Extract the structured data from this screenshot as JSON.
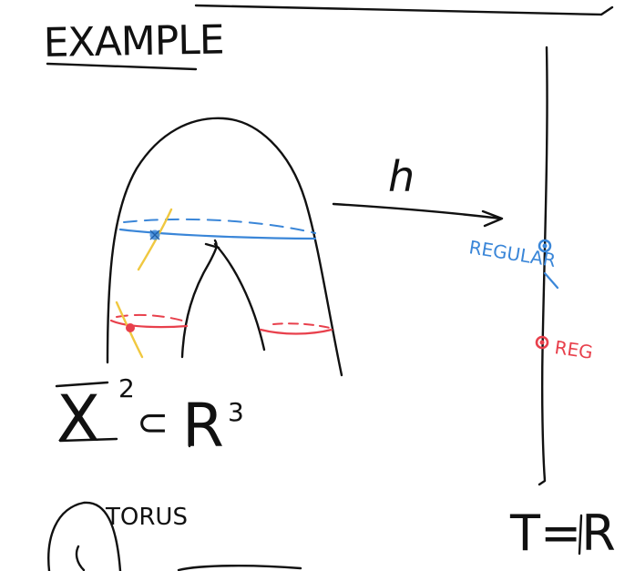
{
  "title": "EXAMPLE",
  "map_label": "h",
  "space_label": {
    "X": "X",
    "dim": "2",
    "subset": "⊂",
    "R": "R",
    "rdim": "3"
  },
  "target_label": "T=R",
  "regular_label": "REGULAR",
  "reg_label": "REG",
  "torus_label": "TORUS",
  "colors": {
    "ink": "#111111",
    "blue": "#3a86d8",
    "red": "#e8404c",
    "yellow": "#f0c840"
  }
}
